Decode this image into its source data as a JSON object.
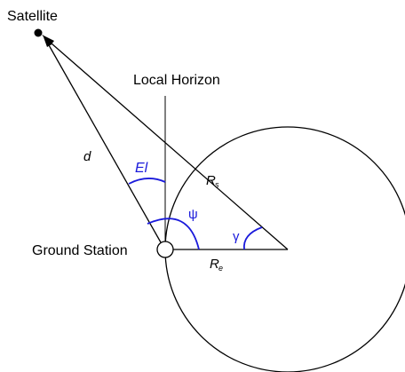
{
  "labels": {
    "satellite": "Satellite",
    "local_horizon": "Local Horizon",
    "ground_station": "Ground Station",
    "distance": "d",
    "elevation": "El",
    "psi": "ψ",
    "gamma": "γ",
    "rs_main": "R",
    "rs_sub": "s",
    "re_main": "R",
    "re_sub": "e"
  },
  "colors": {
    "line": "#000000",
    "angle_arc": "#1a1adb",
    "station_fill": "#ffffff"
  }
}
